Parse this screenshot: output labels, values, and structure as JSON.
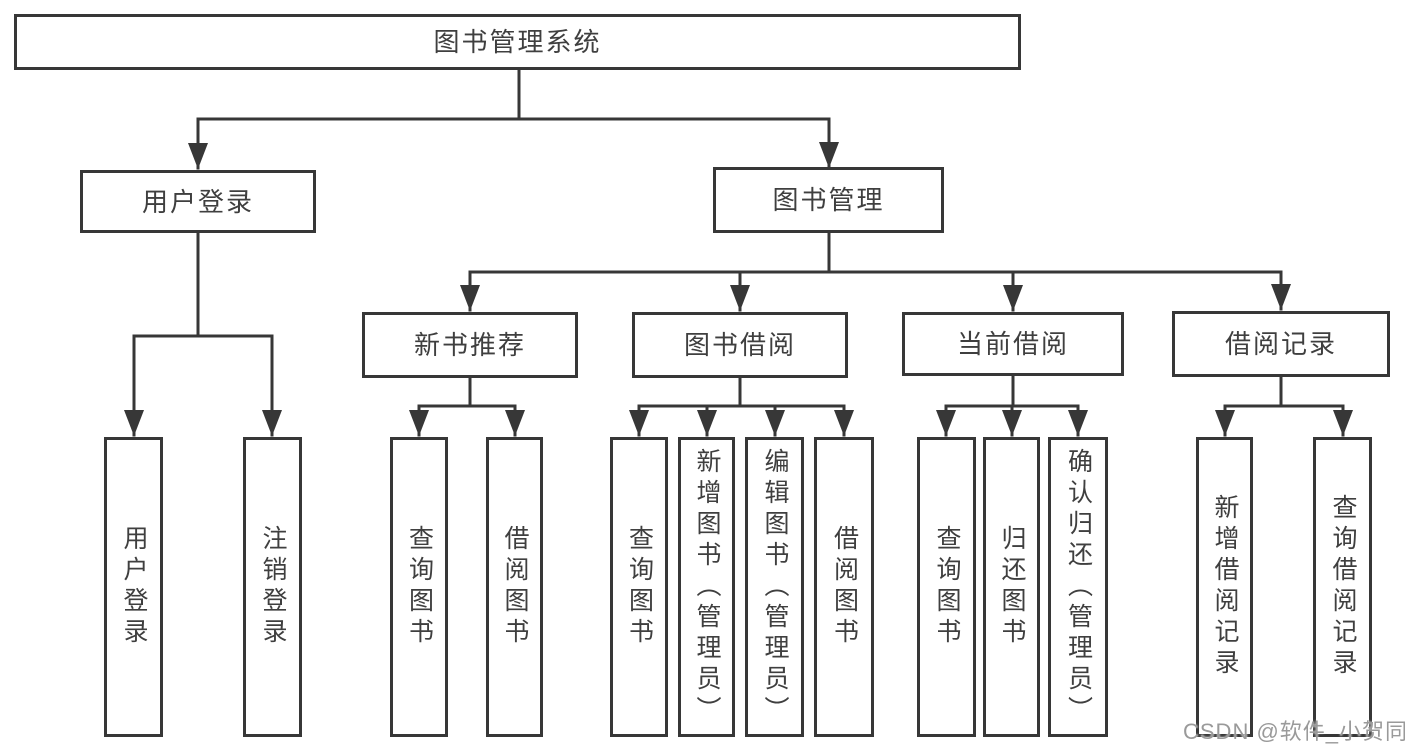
{
  "diagram": {
    "type": "hierarchy-tree",
    "tree": {
      "label": "图书管理系统",
      "children": [
        {
          "label": "用户登录",
          "children": [
            {
              "label": "用户登录"
            },
            {
              "label": "注销登录"
            }
          ]
        },
        {
          "label": "图书管理",
          "children": [
            {
              "label": "新书推荐",
              "children": [
                {
                  "label": "查询图书"
                },
                {
                  "label": "借阅图书"
                }
              ]
            },
            {
              "label": "图书借阅",
              "children": [
                {
                  "label": "查询图书"
                },
                {
                  "label": "新增图书（管理员）"
                },
                {
                  "label": "编辑图书（管理员）"
                },
                {
                  "label": "借阅图书"
                }
              ]
            },
            {
              "label": "当前借阅",
              "children": [
                {
                  "label": "查询图书"
                },
                {
                  "label": "归还图书"
                },
                {
                  "label": "确认归还（管理员）"
                }
              ]
            },
            {
              "label": "借阅记录",
              "children": [
                {
                  "label": "新增借阅记录"
                },
                {
                  "label": "查询借阅记录"
                }
              ]
            }
          ]
        }
      ]
    },
    "colors": {
      "line": "#373737",
      "box_border": "#373737",
      "text": "#3f3f3f",
      "background": "#ffffff",
      "watermark": "#9a9a9a"
    }
  },
  "watermark": {
    "text": "CSDN @软件_小贺同学"
  }
}
